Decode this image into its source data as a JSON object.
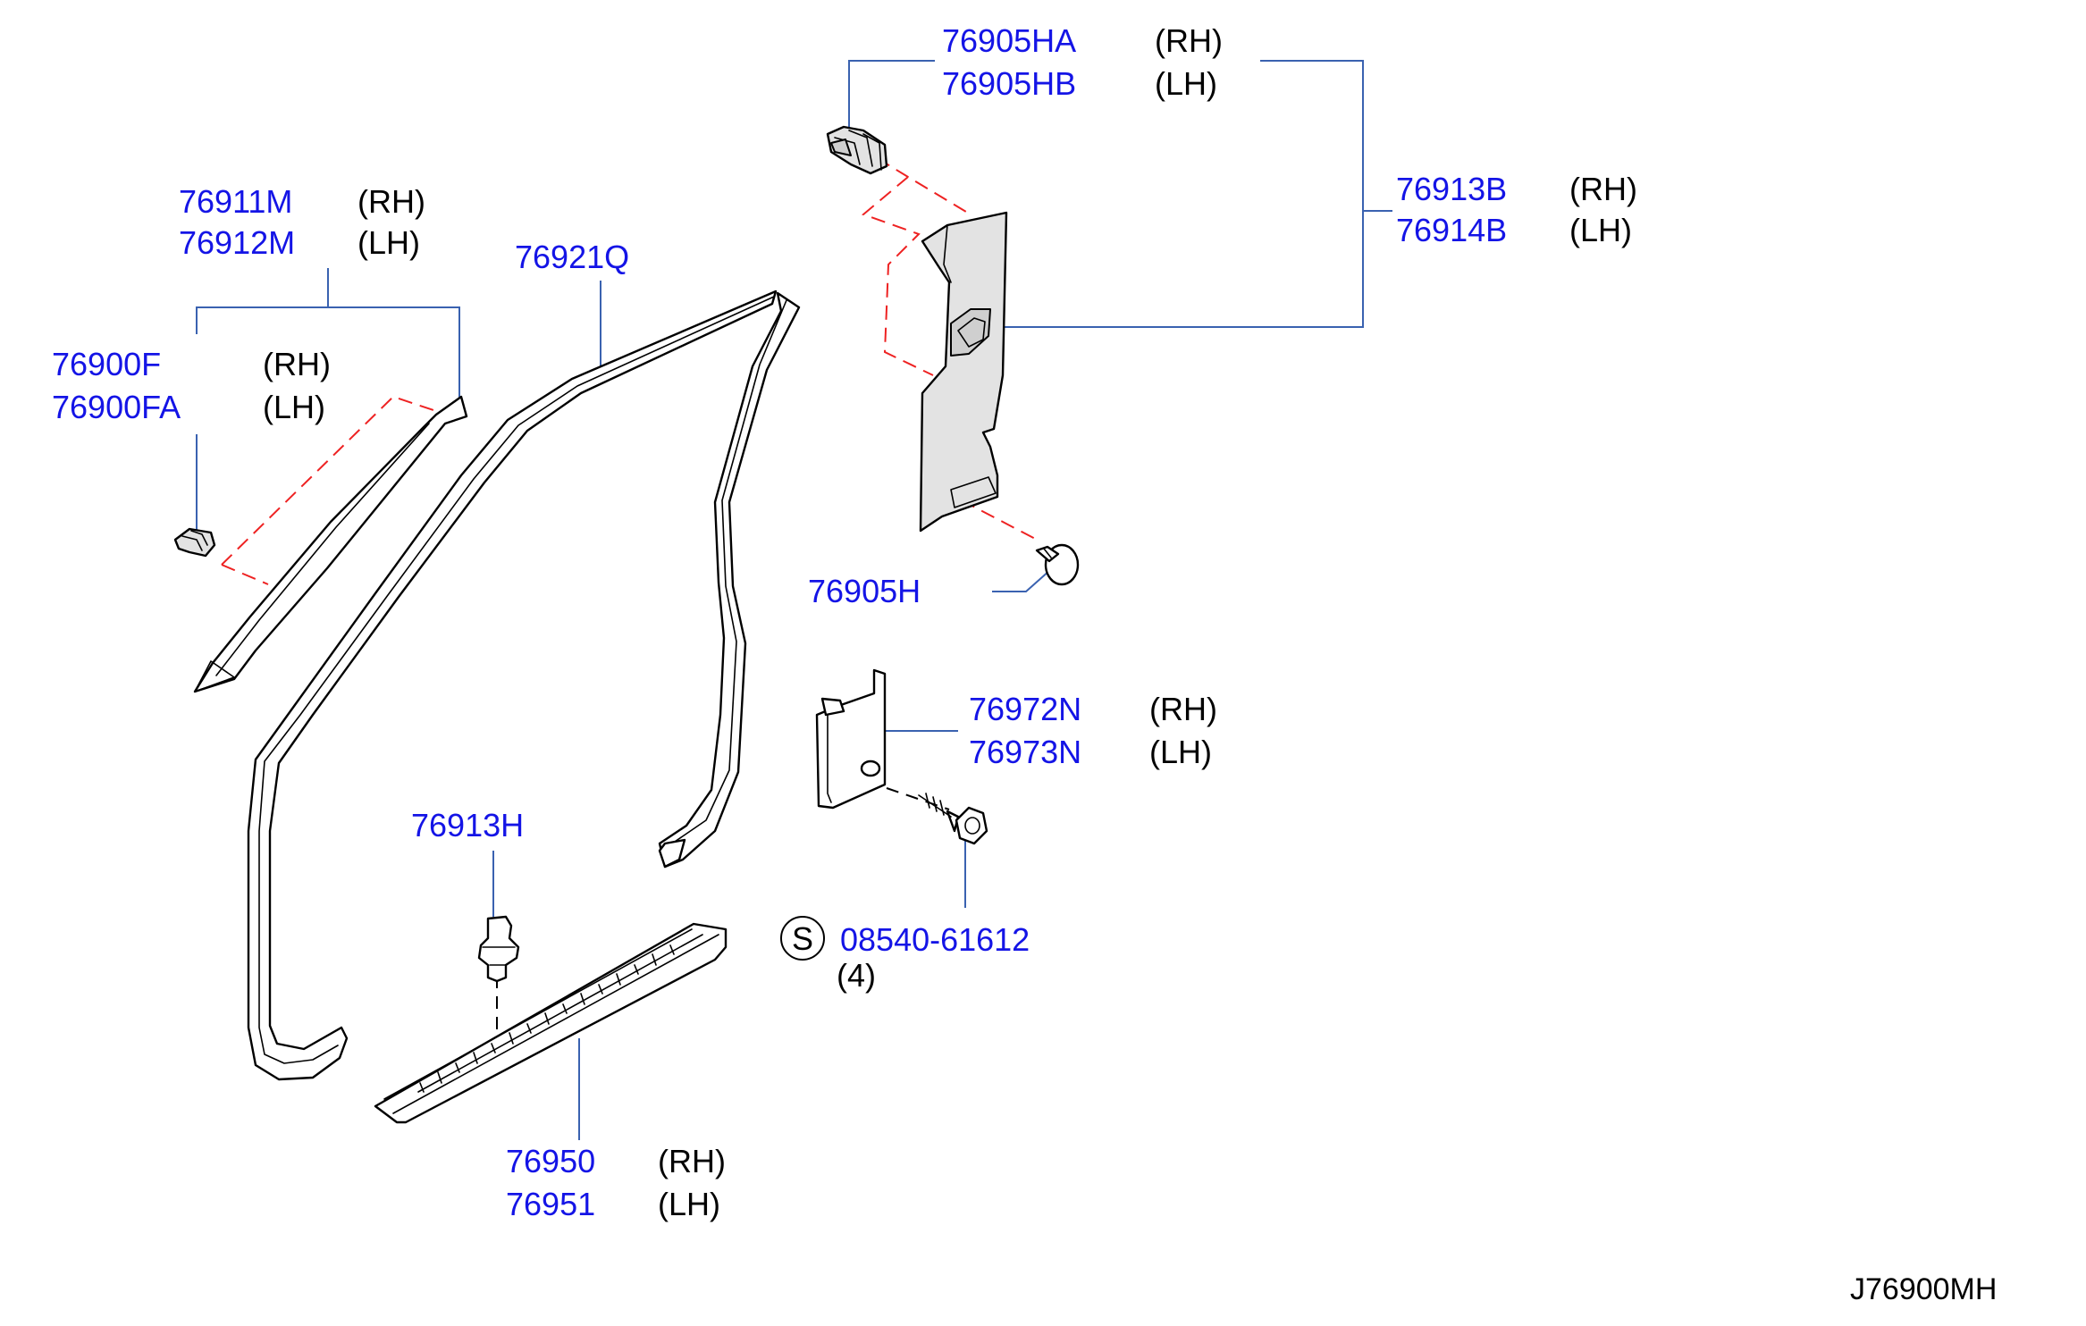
{
  "diagram": {
    "code": "J76900MH",
    "callouts": {
      "clip_top": {
        "part_rh": "76905HA",
        "side_rh": "(RH)",
        "part_lh": "76905HB",
        "side_lh": "(LH)"
      },
      "b_pillar": {
        "part_rh": "76913B",
        "side_rh": "(RH)",
        "part_lh": "76914B",
        "side_lh": "(LH)"
      },
      "a_pillar": {
        "part_rh": "76911M",
        "side_rh": "(RH)",
        "part_lh": "76912M",
        "side_lh": "(LH)"
      },
      "a_clip": {
        "part_rh": "76900F",
        "side_rh": "(RH)",
        "part_lh": "76900FA",
        "side_lh": "(LH)"
      },
      "weatherstrip": {
        "part": "76921Q"
      },
      "grommet": {
        "part": "76905H"
      },
      "kick_panel": {
        "part_rh": "76972N",
        "side_rh": "(RH)",
        "part_lh": "76973N",
        "side_lh": "(LH)"
      },
      "sill_clip": {
        "part": "76913H"
      },
      "screw": {
        "symbol": "S",
        "part": "08540-61612",
        "qty": "(4)"
      },
      "sill_plate": {
        "part_rh": "76950",
        "side_rh": "(RH)",
        "part_lh": "76951",
        "side_lh": "(LH)"
      }
    },
    "colors": {
      "part_number": "#1414e6",
      "leader": "#3a62b0",
      "hidden_line": "#ee2222"
    }
  }
}
